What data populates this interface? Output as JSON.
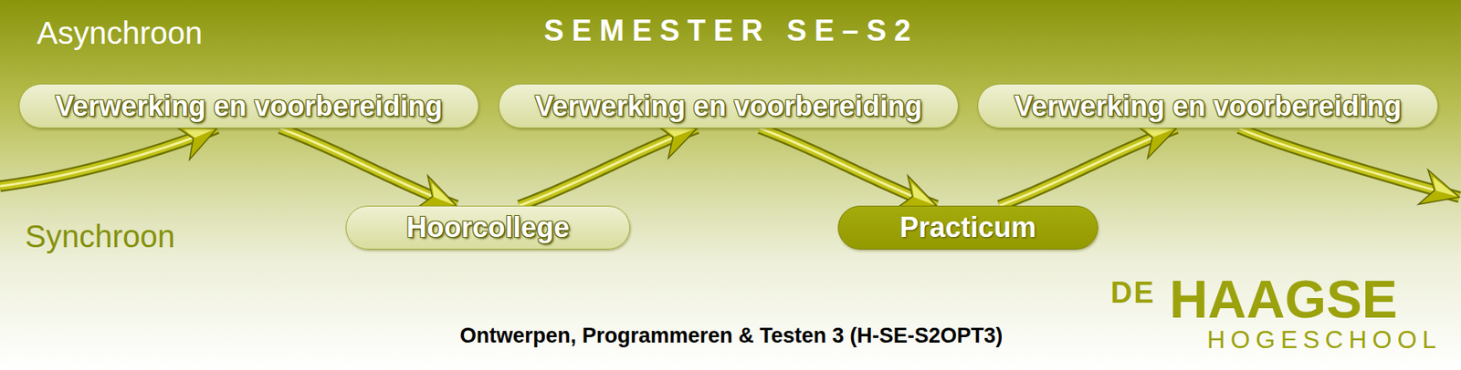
{
  "diagram": {
    "title": "SEMESTER SE–S2",
    "caption": "Ontwerpen, Programmeren & Testen 3 (H-SE-S2OPT3)",
    "nodes": [
      {
        "text": [
          "Verwerking en voorbereiding"
        ]
      },
      {
        "text": [
          "Verwerking en voorbereiding"
        ]
      },
      {
        "text": [
          "Verwerking en voorbereiding"
        ]
      },
      {
        "text": [
          "Hoorcollege"
        ]
      },
      {
        "text": [
          "Practicum"
        ]
      }
    ],
    "edges": [
      {
        "from": 0,
        "to": 3,
        "arrow": "to"
      },
      {
        "from": 3,
        "to": 1,
        "arrow": "to"
      },
      {
        "from": 1,
        "to": 4,
        "arrow": "to"
      },
      {
        "from": 4,
        "to": 2,
        "arrow": "to"
      }
    ],
    "labels": [
      "Asynchroon",
      "Synchroon",
      "DE",
      "HAAGSE",
      "HOGESCHOOL"
    ]
  }
}
